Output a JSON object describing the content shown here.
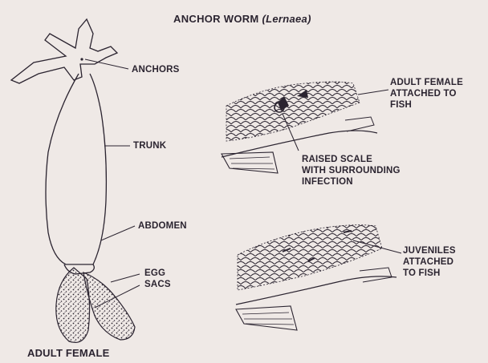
{
  "title": {
    "main": "ANCHOR WORM",
    "species": "(Lernaea)"
  },
  "labels": {
    "anchors": "ANCHORS",
    "trunk": "TRUNK",
    "abdomen": "ABDOMEN",
    "egg_sacs": [
      "EGG",
      "SACS"
    ],
    "adult_female": "ADULT FEMALE",
    "adult_female_attached": [
      "ADULT FEMALE",
      "ATTACHED TO",
      "FISH"
    ],
    "raised_scale": [
      "RAISED SCALE",
      "WITH SURROUNDING",
      "INFECTION"
    ],
    "juveniles_attached": [
      "JUVENILES",
      "ATTACHED",
      "TO FISH"
    ]
  }
}
